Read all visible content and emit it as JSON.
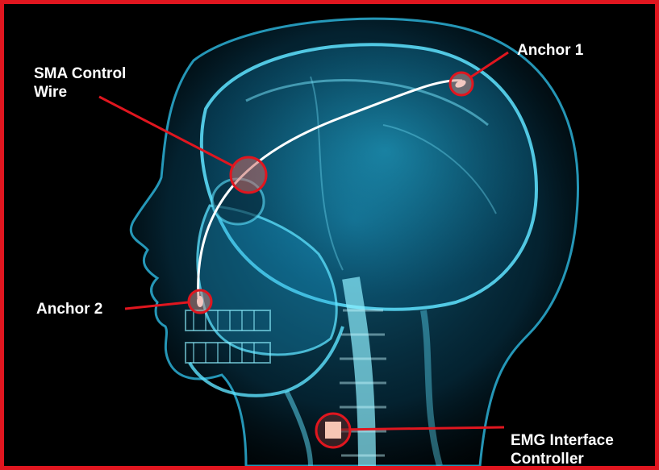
{
  "labels": {
    "sma_wire": "SMA Control\nWire",
    "anchor_1": "Anchor 1",
    "anchor_2": "Anchor 2",
    "emg_controller": "EMG Interface\nController"
  },
  "colors": {
    "frame_border": "#e0161f",
    "background": "#000000",
    "xray_cyan": "#22c6f0",
    "callout_red": "#e0161f",
    "wire_white": "#ffffff",
    "label_text": "#ffffff"
  },
  "icons": {
    "head_image": "xray-head-side-view",
    "anchor_marker": "red-ring-marker",
    "controller_marker": "square-chip-marker"
  }
}
